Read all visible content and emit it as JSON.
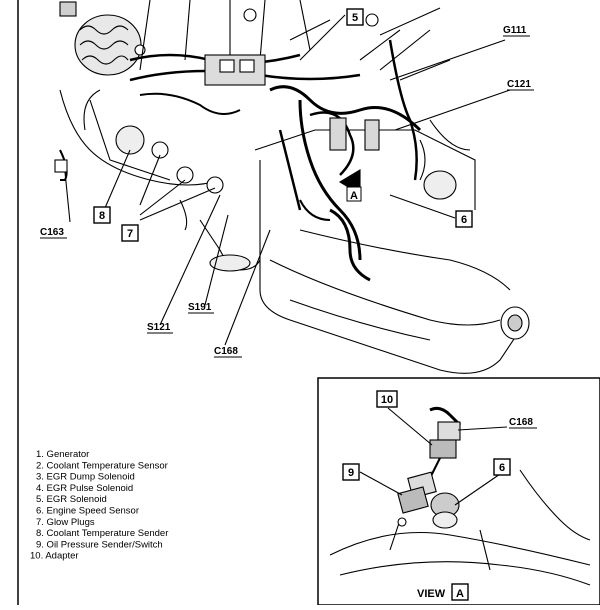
{
  "callouts": {
    "c163": "C163",
    "g111": "G111",
    "c121": "C121",
    "s121": "S121",
    "s191": "S191",
    "c168_main": "C168",
    "c168_view": "C168",
    "n5": "5",
    "n6_main": "6",
    "n7": "7",
    "n8": "8",
    "n6_view": "6",
    "n9": "9",
    "n10": "10"
  },
  "legend": [
    "1.  Generator",
    "2.  Coolant Temperature Sensor",
    "3.  EGR Dump Solenoid",
    "4.  EGR Pulse Solenoid",
    "5.  EGR Solenoid",
    "6.  Engine Speed Sensor",
    "7.  Glow Plugs",
    "8.  Coolant Temperature Sender",
    "9.  Oil Pressure Sender/Switch",
    "10.  Adapter"
  ],
  "view": {
    "word": "VIEW",
    "letter": "A"
  },
  "arrow_letter": "A"
}
